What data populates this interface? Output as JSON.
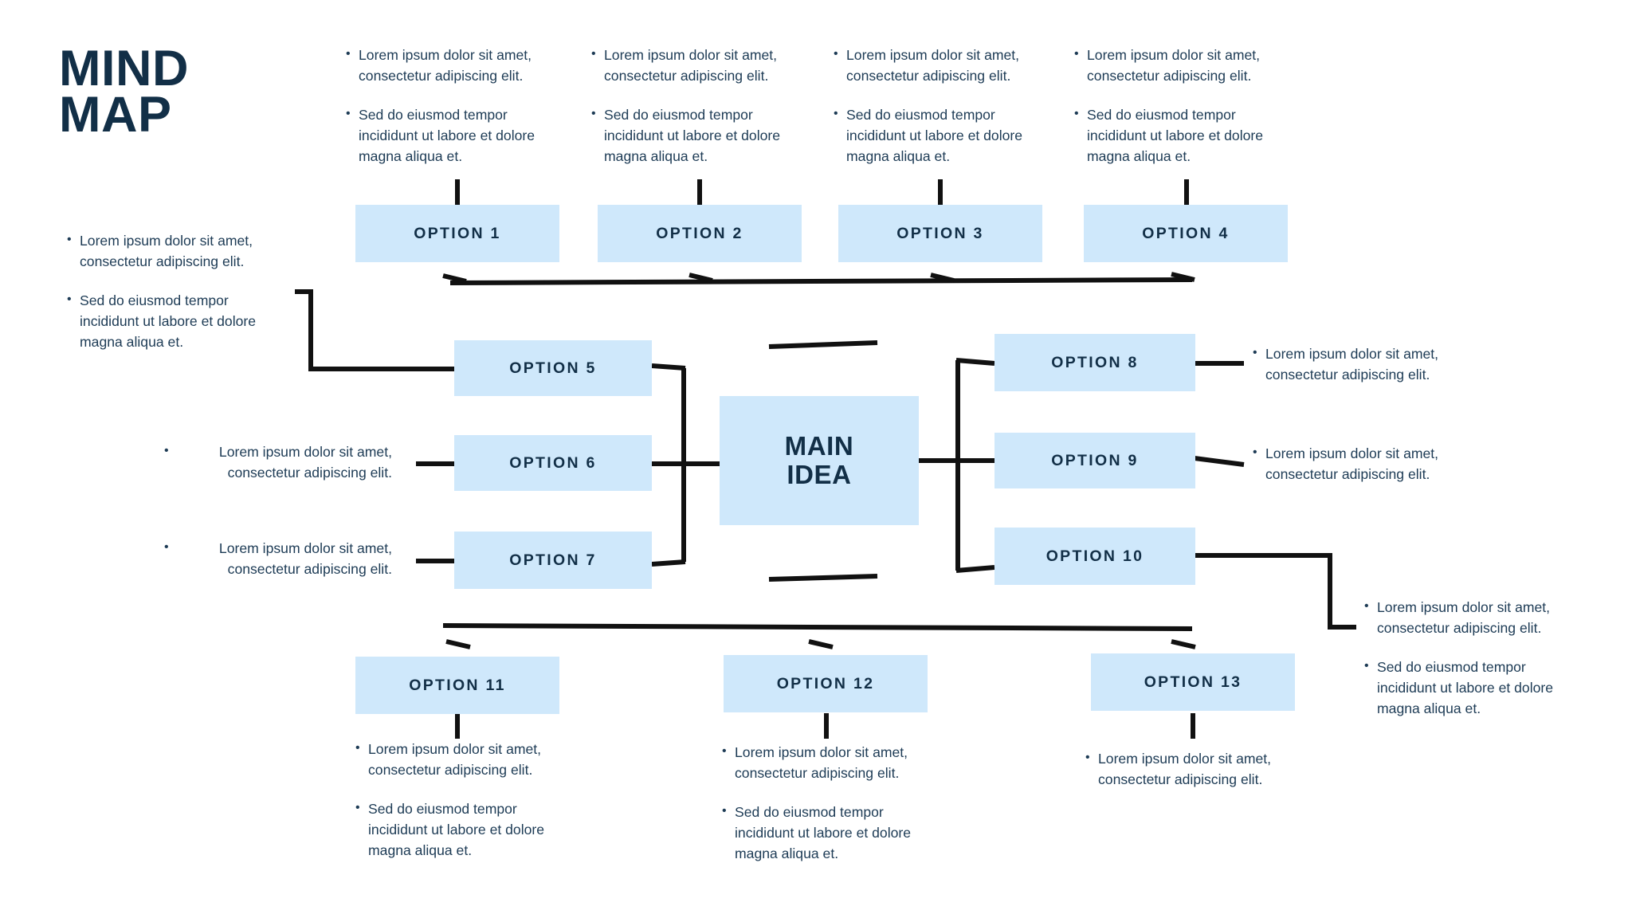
{
  "title": "MIND\nMAP",
  "colors": {
    "node_fill": "#cfe8fb",
    "ink": "#122f47",
    "text": "#1d3b55",
    "connector": "#111111",
    "background": "#ffffff"
  },
  "center": {
    "label": "MAIN\nIDEA"
  },
  "nodes": [
    {
      "id": "option1",
      "label": "OPTION 1"
    },
    {
      "id": "option2",
      "label": "OPTION 2"
    },
    {
      "id": "option3",
      "label": "OPTION 3"
    },
    {
      "id": "option4",
      "label": "OPTION 4"
    },
    {
      "id": "option5",
      "label": "OPTION 5"
    },
    {
      "id": "option6",
      "label": "OPTION 6"
    },
    {
      "id": "option7",
      "label": "OPTION 7"
    },
    {
      "id": "option8",
      "label": "OPTION 8"
    },
    {
      "id": "option9",
      "label": "OPTION 9"
    },
    {
      "id": "option10",
      "label": "OPTION 10"
    },
    {
      "id": "option11",
      "label": "OPTION 11"
    },
    {
      "id": "option12",
      "label": "OPTION 12"
    },
    {
      "id": "option13",
      "label": "OPTION 13"
    }
  ],
  "annotations": {
    "top1": {
      "b1": "Lorem ipsum dolor sit amet, consectetur adipiscing elit.",
      "b2": "Sed do eiusmod tempor incididunt ut labore et dolore magna aliqua et."
    },
    "top2": {
      "b1": "Lorem ipsum dolor sit amet, consectetur adipiscing elit.",
      "b2": "Sed do eiusmod tempor incididunt ut labore et dolore magna aliqua et."
    },
    "top3": {
      "b1": "Lorem ipsum dolor sit amet, consectetur adipiscing elit.",
      "b2": "Sed do eiusmod tempor incididunt ut labore et dolore magna aliqua et."
    },
    "top4": {
      "b1": "Lorem ipsum dolor sit amet, consectetur adipiscing elit.",
      "b2": "Sed do eiusmod tempor incididunt ut labore et dolore magna aliqua et."
    },
    "left5": {
      "b1": "Lorem ipsum dolor sit amet, consectetur adipiscing elit.",
      "b2": "Sed do eiusmod tempor incididunt ut labore et dolore magna aliqua et."
    },
    "left6": {
      "b1": "Lorem ipsum dolor sit amet, consectetur adipiscing elit."
    },
    "left7": {
      "b1": "Lorem ipsum dolor sit amet, consectetur adipiscing elit."
    },
    "right8": {
      "b1": "Lorem ipsum dolor sit amet, consectetur adipiscing elit."
    },
    "right9": {
      "b1": "Lorem ipsum dolor sit amet, consectetur adipiscing elit."
    },
    "right10": {
      "b1": "Lorem ipsum dolor sit amet, consectetur adipiscing elit.",
      "b2": "Sed do eiusmod tempor incididunt ut labore et dolore magna aliqua et."
    },
    "bottom11": {
      "b1": "Lorem ipsum dolor sit amet, consectetur adipiscing elit.",
      "b2": "Sed do eiusmod tempor incididunt ut labore et dolore magna aliqua et."
    },
    "bottom12": {
      "b1": "Lorem ipsum dolor sit amet, consectetur adipiscing elit.",
      "b2": "Sed do eiusmod tempor incididunt ut labore et dolore magna aliqua et."
    },
    "bottom13": {
      "b1": "Lorem ipsum dolor sit amet, consectetur adipiscing elit."
    }
  }
}
